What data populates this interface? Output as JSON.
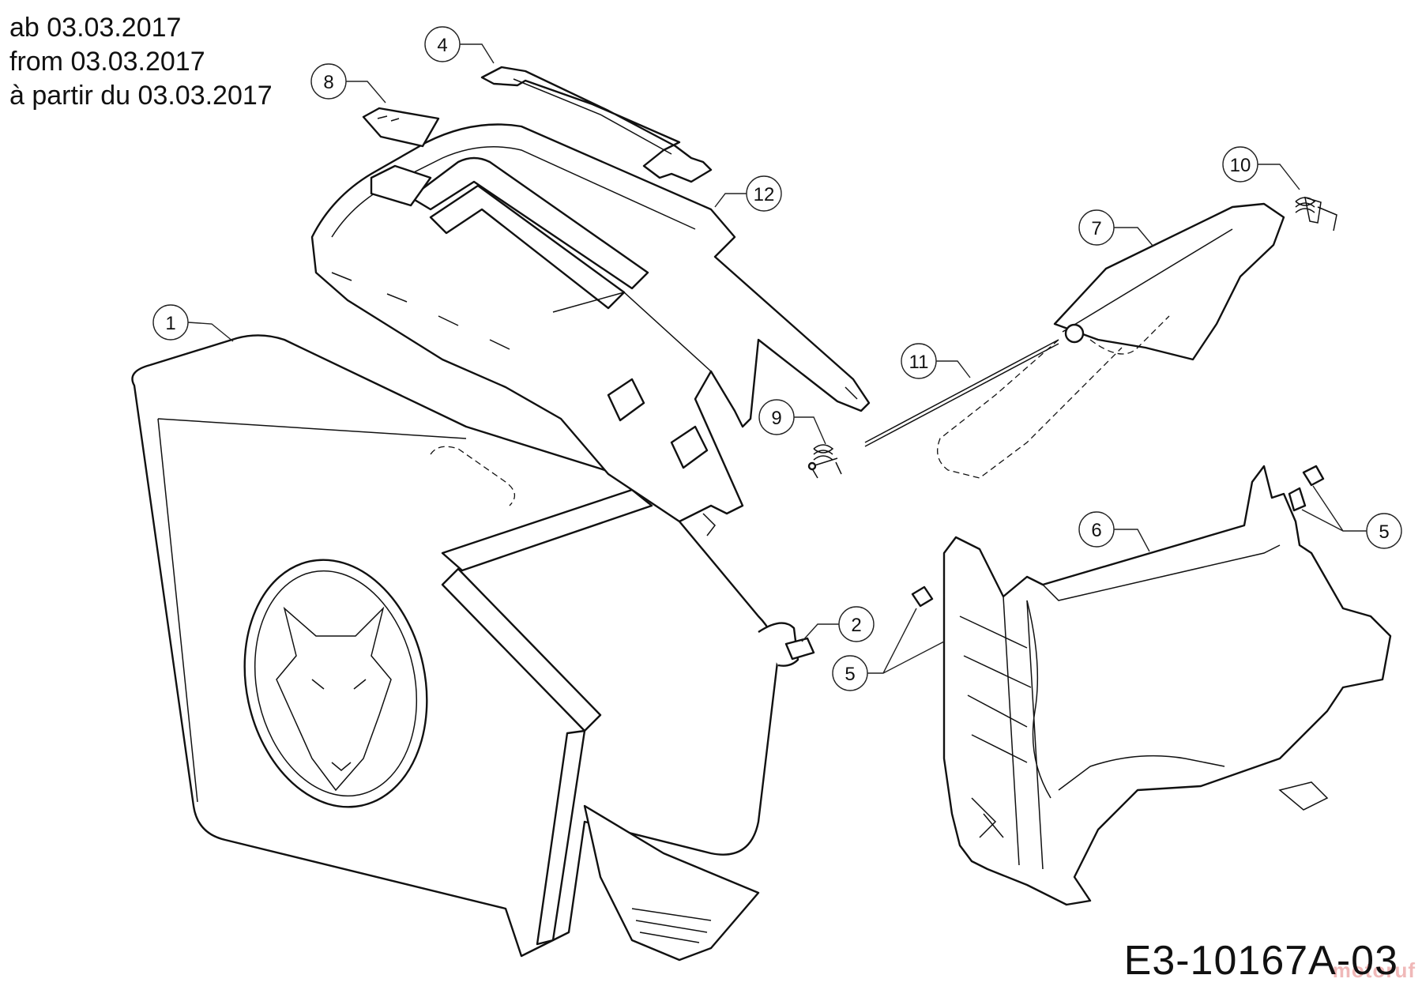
{
  "header": {
    "line_de": "ab 03.03.2017",
    "line_en": "from 03.03.2017",
    "line_fr": "à partir du 03.03.2017"
  },
  "diagram_code": "E3-10167A-03",
  "watermark": "motoruf",
  "callouts": {
    "c1": "1",
    "c2": "2",
    "c4": "4",
    "c5a": "5",
    "c5b": "5",
    "c6": "6",
    "c7": "7",
    "c8": "8",
    "c9": "9",
    "c10": "10",
    "c11": "11",
    "c12": "12"
  },
  "colors": {
    "line": "#111111",
    "background": "#ffffff",
    "watermark": "#f0b8b8"
  }
}
